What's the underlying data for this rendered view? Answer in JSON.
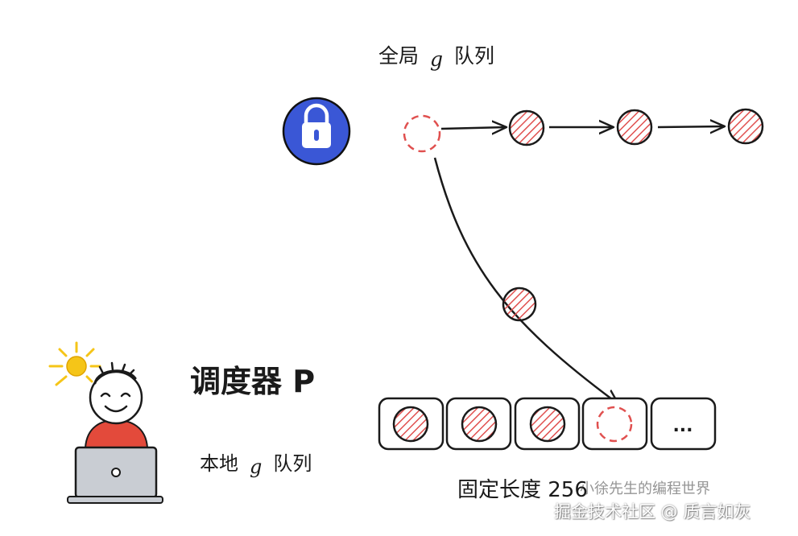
{
  "labels": {
    "global_queue_prefix": "全局",
    "global_queue_g": "g",
    "global_queue_suffix": "队列",
    "scheduler_title": "调度器 P",
    "local_queue_prefix": "本地",
    "local_queue_g": "g",
    "local_queue_suffix": "队列",
    "fixed_length": "固定长度 256",
    "ellipsis": "..."
  },
  "watermarks": {
    "author": "小徐先生的编程世界",
    "site": "掘金技术社区 @ 质言如灰"
  },
  "colors": {
    "goroutine_red": "#e0504f",
    "lock_blue": "#3a57d6",
    "ink": "#1a1a1a",
    "person_red": "#e34a3b",
    "sun_yellow": "#f5c518",
    "laptop_gray": "#c9cdd3"
  },
  "icons": {
    "lock": "lock-icon",
    "person": "person-with-laptop-icon",
    "sun": "sun-icon"
  }
}
